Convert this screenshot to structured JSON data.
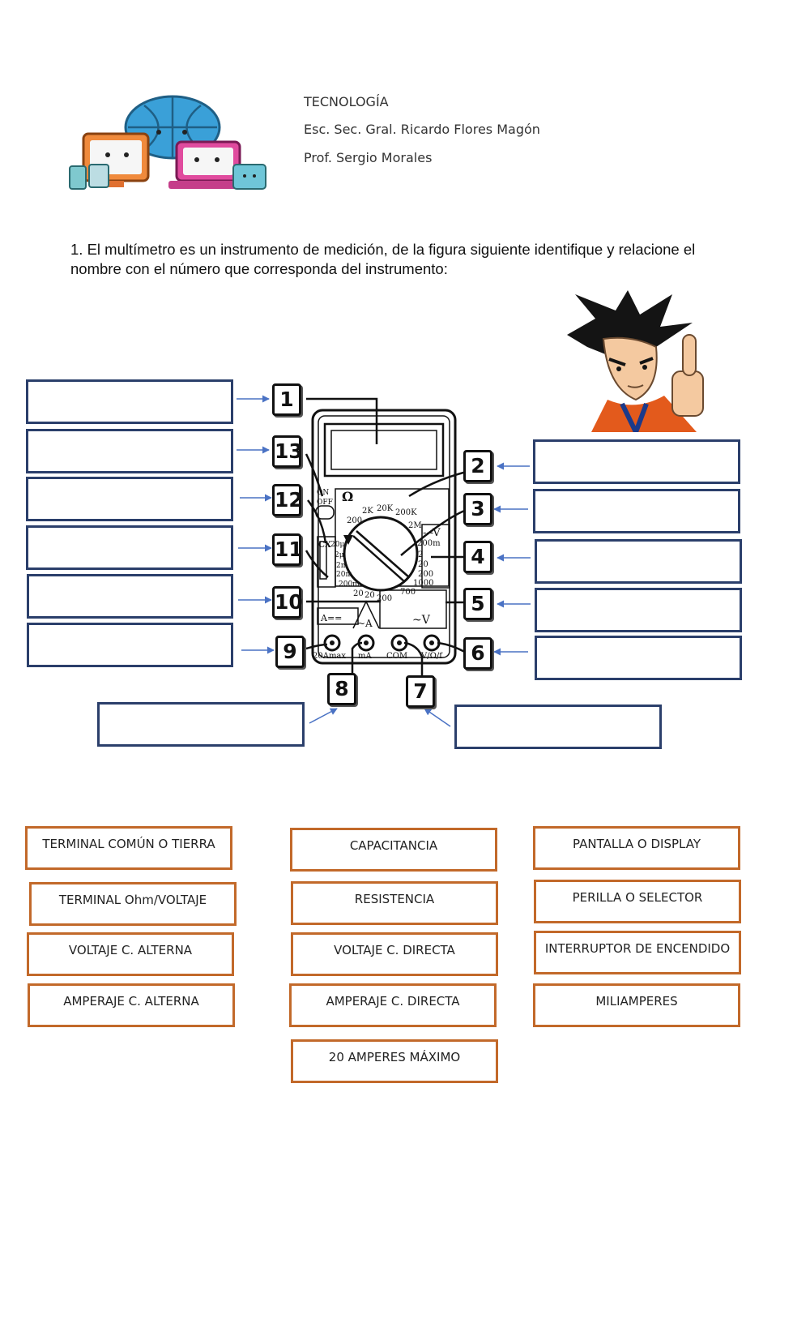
{
  "header": {
    "subject": "TECNOLOGÍA",
    "school": "Esc. Sec. Gral. Ricardo Flores Magón",
    "teacher": "Prof. Sergio Morales"
  },
  "question": "1. El multímetro es un instrumento de medición, de la figura siguiente identifique y relacione el nombre con el número que corresponda del instrumento:",
  "numbers": [
    "1",
    "13",
    "12",
    "11",
    "10",
    "9",
    "8",
    "7",
    "6",
    "5",
    "4",
    "3",
    "2"
  ],
  "multimeter": {
    "ohm": "Ω",
    "on": "ON",
    "off": "OFF",
    "cx": "CX",
    "dcv": "---V",
    "acv": "~V",
    "aca": "~A",
    "dca": "A==",
    "res_ranges": [
      "200",
      "2K",
      "20K",
      "200K",
      "2M"
    ],
    "cap_ranges": [
      "20μ",
      "2μ",
      "2m",
      "20m",
      "200m"
    ],
    "v_ranges": [
      "200m",
      "2",
      "20",
      "200",
      "1000"
    ],
    "ac_ranges": [
      "20",
      "20",
      "200",
      "700"
    ],
    "terminals": [
      "20Amax",
      "mA",
      "COM",
      "V/Ω/f"
    ]
  },
  "word_bank": {
    "col1": [
      "TERMINAL COMÚN O TIERRA",
      "TERMINAL Ohm/VOLTAJE",
      "VOLTAJE C. ALTERNA",
      "AMPERAJE C. ALTERNA"
    ],
    "col2": [
      "CAPACITANCIA",
      "RESISTENCIA",
      "VOLTAJE C. DIRECTA",
      "AMPERAJE C. DIRECTA",
      "20 AMPERES MÁXIMO"
    ],
    "col3": [
      "PANTALLA O DISPLAY",
      "PERILLA O SELECTOR",
      "INTERRUPTOR DE ENCENDIDO",
      "MILIAMPERES"
    ]
  },
  "colors": {
    "answer_border": "#2b3f6b",
    "word_border": "#c2692a",
    "arrow": "#4a72c4"
  }
}
